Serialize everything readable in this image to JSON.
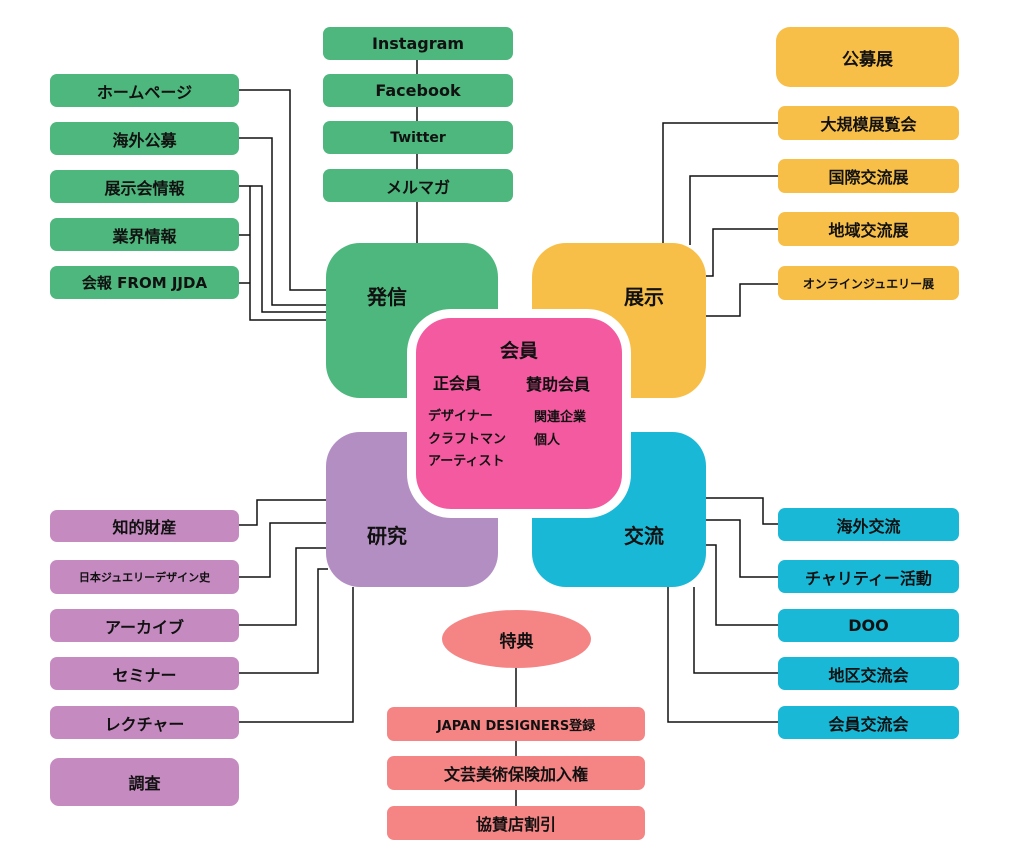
{
  "hub": {
    "title": "会員",
    "regular": {
      "label": "正会員",
      "types": [
        "デザイナー",
        "クラフトマン",
        "アーティスト"
      ]
    },
    "supporting": {
      "label": "賛助会員",
      "types": [
        "関連企業",
        "個人"
      ]
    }
  },
  "publish": {
    "label": "発信",
    "top": [
      "Instagram",
      "Facebook",
      "Twitter",
      "メルマガ"
    ],
    "left": [
      "ホームページ",
      "海外公募",
      "展示会情報",
      "業界情報",
      "会報 FROM JJDA"
    ]
  },
  "exhibit": {
    "label": "展示",
    "top": "公募展",
    "items": [
      "大規模展覧会",
      "国際交流展",
      "地域交流展",
      "オンラインジュエリー展"
    ]
  },
  "research": {
    "label": "研究",
    "items": [
      "知的財産",
      "日本ジュエリーデザイン史",
      "アーカイブ",
      "セミナー",
      "レクチャー",
      "調査"
    ]
  },
  "exchange": {
    "label": "交流",
    "items": [
      "海外交流",
      "チャリティー活動",
      "DOO",
      "地区交流会",
      "会員交流会"
    ]
  },
  "benefits": {
    "label": "特典",
    "items": [
      "JAPAN DESIGNERS登録",
      "文芸美術保険加入権",
      "協賛店割引"
    ]
  },
  "colors": {
    "publish": "#4db77d",
    "exhibit": "#f8bf48",
    "research": "#c58bc1",
    "exchange": "#18b8d6",
    "benefits": "#f58585",
    "hub": "#f45aa0"
  }
}
